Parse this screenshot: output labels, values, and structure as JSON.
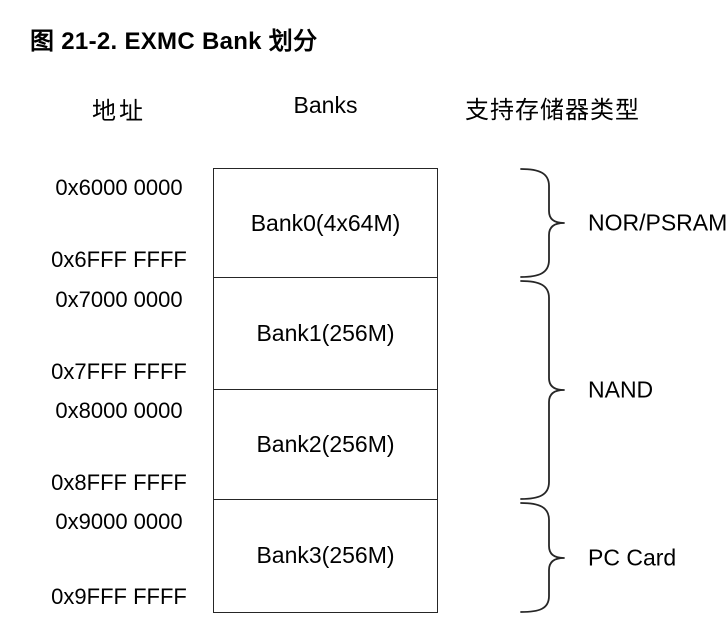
{
  "figure": {
    "title": "图 21-2. EXMC Bank 划分"
  },
  "headers": {
    "address": "地址",
    "banks": "Banks",
    "memory_type": "支持存储器类型"
  },
  "banks": [
    {
      "name": "Bank0(4x64M)",
      "start_address": "0x6000 0000",
      "end_address": "0x6FFF FFFF",
      "memory_type": "NOR/PSRAM"
    },
    {
      "name": "Bank1(256M)",
      "start_address": "0x7000 0000",
      "end_address": "0x7FFF FFFF",
      "memory_type": "NAND"
    },
    {
      "name": "Bank2(256M)",
      "start_address": "0x8000 0000",
      "end_address": "0x8FFF FFFF",
      "memory_type": "NAND"
    },
    {
      "name": "Bank3(256M)",
      "start_address": "0x9000 0000",
      "end_address": "0x9FFF FFFF",
      "memory_type": "PC Card"
    }
  ],
  "memory_type_groups": [
    {
      "label": "NOR/PSRAM",
      "spans_banks": [
        "Bank0"
      ]
    },
    {
      "label": "NAND",
      "spans_banks": [
        "Bank1",
        "Bank2"
      ]
    },
    {
      "label": "PC Card",
      "spans_banks": [
        "Bank3"
      ]
    }
  ],
  "colors": {
    "background": "#ffffff",
    "text": "#000000",
    "line": "#262626"
  }
}
